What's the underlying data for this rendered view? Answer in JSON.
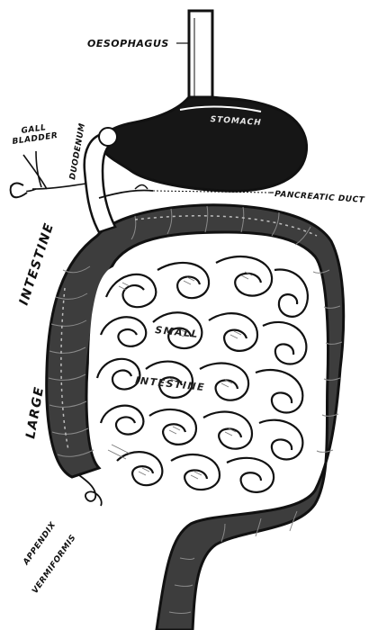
{
  "labels": {
    "oesophagus": "OESOPHAGUS",
    "stomach": "STOMACH",
    "gall": "GALL",
    "bladder": "BLADDER",
    "duodenum": "DUODENUM",
    "pancreatic_duct": "PANCREATIC DUCT",
    "intestine_left": "INTESTINE",
    "large": "LARGE",
    "small": "SMALL",
    "intestine_center": "INTESTINE",
    "appendix": "APPENDIX",
    "vermiformis": "VERMIFORMIS"
  },
  "colors": {
    "ink": "#111111",
    "colon_fill": "#3d3d3d",
    "stomach_fill": "#161616",
    "paper": "#ffffff"
  }
}
